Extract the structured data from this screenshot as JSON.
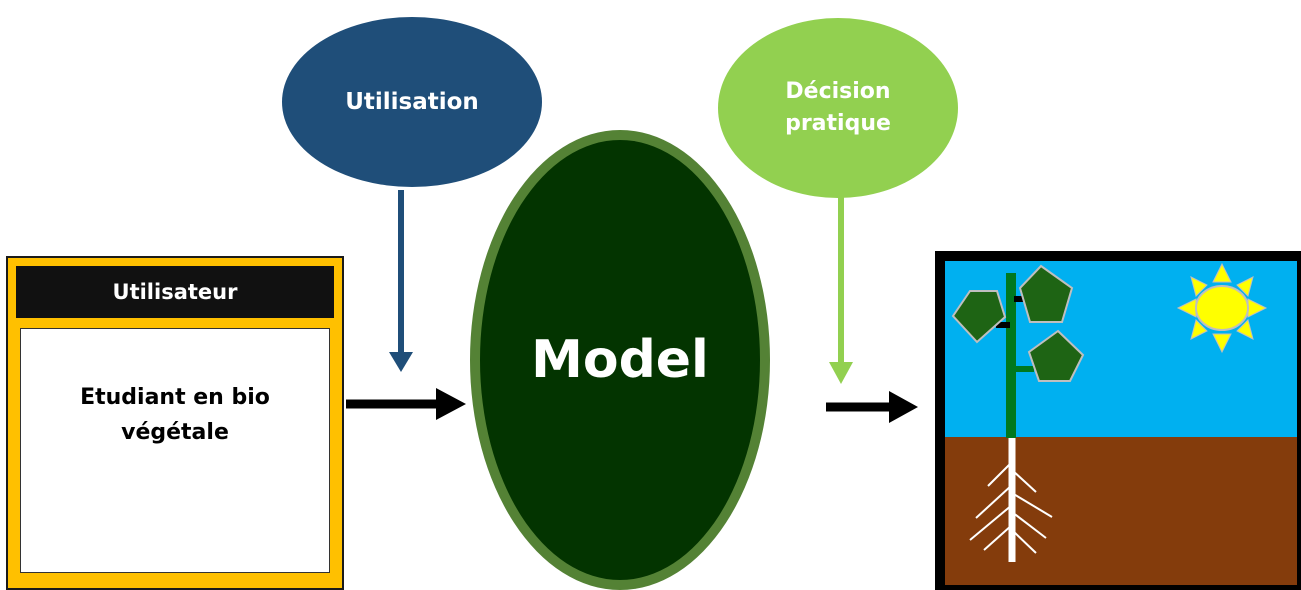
{
  "nodes": {
    "utilisation": "Utilisation",
    "decision": "Décision pratique",
    "model": "Model",
    "user_header": "Utilisateur",
    "user_body": "Etudiant en bio végétale"
  },
  "colors": {
    "utilisation": "#1f4e79",
    "decision": "#92d050",
    "model_fill": "#033400",
    "model_border": "#548235",
    "user_box": "#ffc000",
    "sky": "#00b0f0",
    "soil": "#843c0c",
    "stem": "#00781e",
    "leaf": "#1e6414",
    "sun": "#ffff00"
  }
}
